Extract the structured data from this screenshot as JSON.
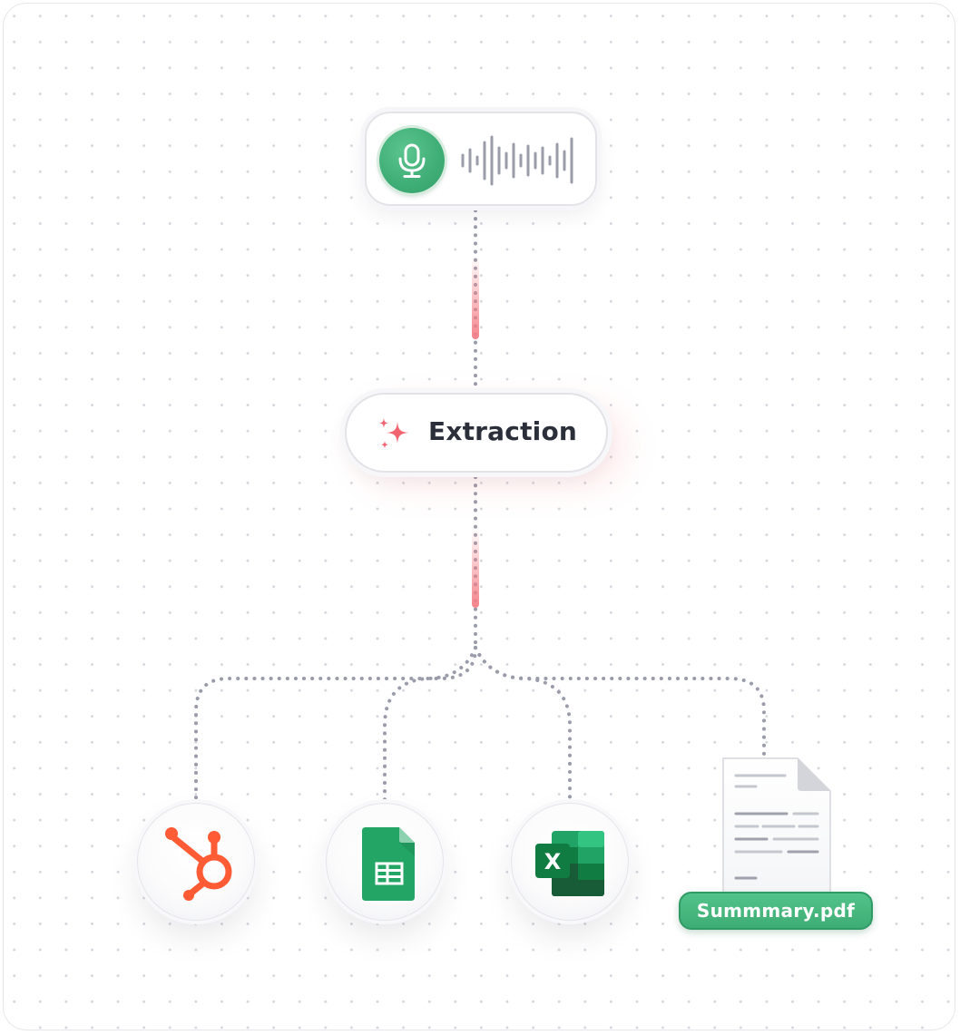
{
  "extraction": {
    "label": "Extraction"
  },
  "output_file": {
    "label": "Summmary.pdf"
  },
  "icons": {
    "mic": "microphone-icon",
    "waveform": "audio-waveform-icon",
    "sparkle": "sparkle-icon",
    "hubspot": "hubspot-logo",
    "google_sheets": "google-sheets-logo",
    "excel": "microsoft-excel-logo",
    "document": "pdf-document-icon"
  },
  "colors": {
    "mic_green": "#3fad76",
    "sparkle_red": "#f0636f",
    "connector_gray": "#9a9caa",
    "connector_pink": "#f47e86",
    "hubspot_orange": "#ff5c35",
    "sheets_green": "#23a566",
    "excel_green": "#1d6f42",
    "file_chip_green": "#45b47c"
  }
}
